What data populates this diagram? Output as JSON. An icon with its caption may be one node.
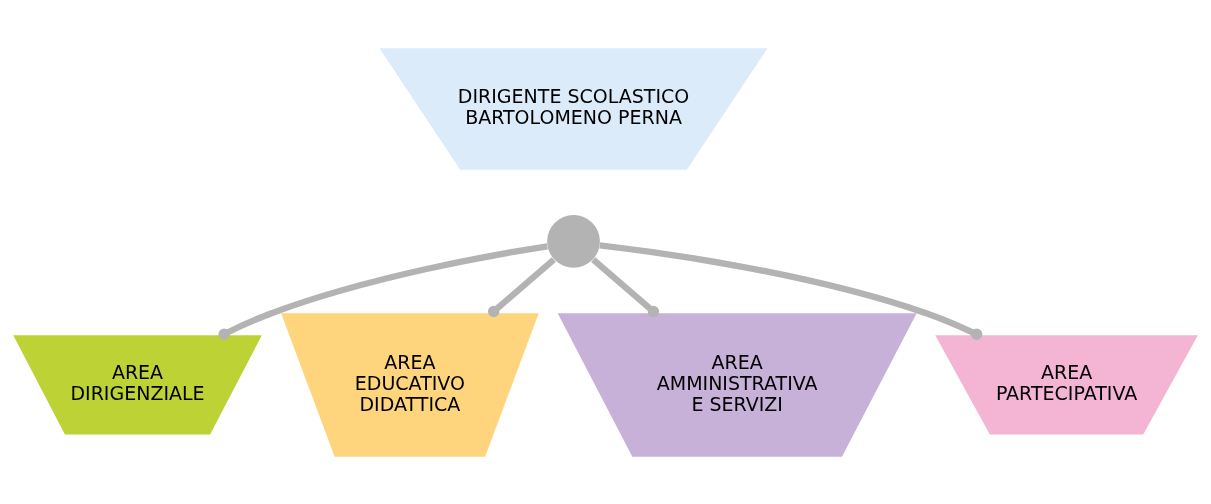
{
  "diagram": {
    "nodes": [
      {
        "text": [
          "DIRIGENTE SCOLASTICO BARTOLOMENO PERNA"
        ]
      },
      {
        "text": [],
        "shape": "circle"
      },
      {
        "text": [
          "AREA DIRIGENZIALE"
        ]
      },
      {
        "text": [
          "AREA EDUCATIVO DIDATTICA"
        ]
      },
      {
        "text": [
          "AREA AMMINISTRATIVA E SERVIZI"
        ]
      },
      {
        "text": [
          "AREA PARTECIPATIVA"
        ]
      }
    ],
    "edges": [
      {
        "from": 1,
        "to": 2,
        "arrow": "other"
      },
      {
        "from": 1,
        "to": 3,
        "arrow": "other"
      },
      {
        "from": 1,
        "to": 4,
        "arrow": "other"
      },
      {
        "from": 1,
        "to": 5,
        "arrow": "other"
      }
    ]
  }
}
